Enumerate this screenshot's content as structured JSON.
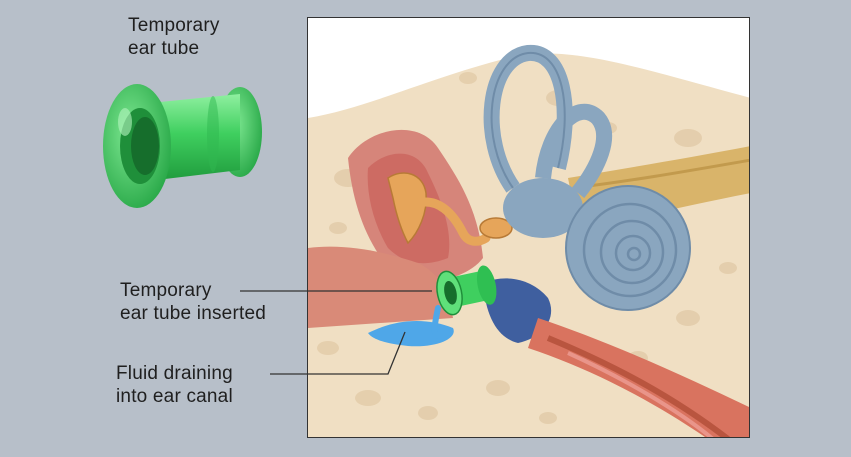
{
  "labels": {
    "tube_title": "Temporary\near tube",
    "tube_inserted": "Temporary\near tube inserted",
    "fluid_draining": "Fluid draining\ninto ear canal"
  },
  "icons": {
    "tube": "ear-tube-icon"
  },
  "colors": {
    "background": "#b7bfc9",
    "tube_green": "#3fcf5f",
    "bone": "#f2e2c8",
    "inner_ear_blue": "#8aa6bf",
    "fluid_blue": "#4fa7e8",
    "muscle_red": "#d97a6a",
    "ossicle_orange": "#e6a55a"
  }
}
